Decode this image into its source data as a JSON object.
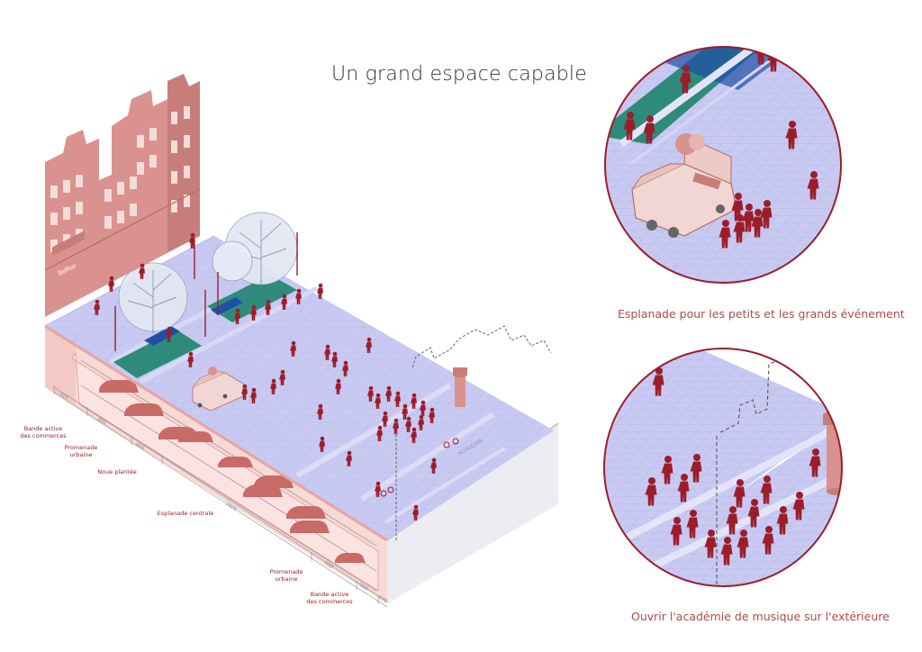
{
  "title": "Un grand espace capable",
  "colors": {
    "pavement": "#c9caf2",
    "pavement_line": "#aeb0e6",
    "building": "#d9928f",
    "building_dark": "#b96a66",
    "people": "#9c1d2a",
    "green": "#2e8b7c",
    "underground": "#f3c9c6",
    "car": "#c86a66",
    "circle_border": "#9c1d2a"
  },
  "bank_sign": "Belfius",
  "stage_label": "ACADÉMIE",
  "sections": [
    {
      "label_line1": "Bande active",
      "label_line2": "des commerces",
      "dim": "420"
    },
    {
      "label_line1": "Promenade",
      "label_line2": "urbaine",
      "dim": "600"
    },
    {
      "label_line1": "Noue plantée",
      "label_line2": "",
      "dim": "400"
    },
    {
      "label_line1": "Esplanade centrale",
      "label_line2": "",
      "dim": "1825"
    },
    {
      "label_line1": "Promenade",
      "label_line2": "urbaine",
      "dim": "600"
    },
    {
      "label_line1": "Bande active",
      "label_line2": "des commerces",
      "dim": "360"
    },
    {
      "label_line1": "",
      "label_line2": "",
      "dim": "270"
    }
  ],
  "captions": {
    "top": "Esplanade pour les petits et les grands événement",
    "bottom": "Ouvrir l'académie de musique sur l'extérieure"
  },
  "icons": [
    "food-truck-icon",
    "tree-icon",
    "street-lamp-icon",
    "column-icon",
    "car-icon",
    "person-icon",
    "cyclist-icon"
  ]
}
